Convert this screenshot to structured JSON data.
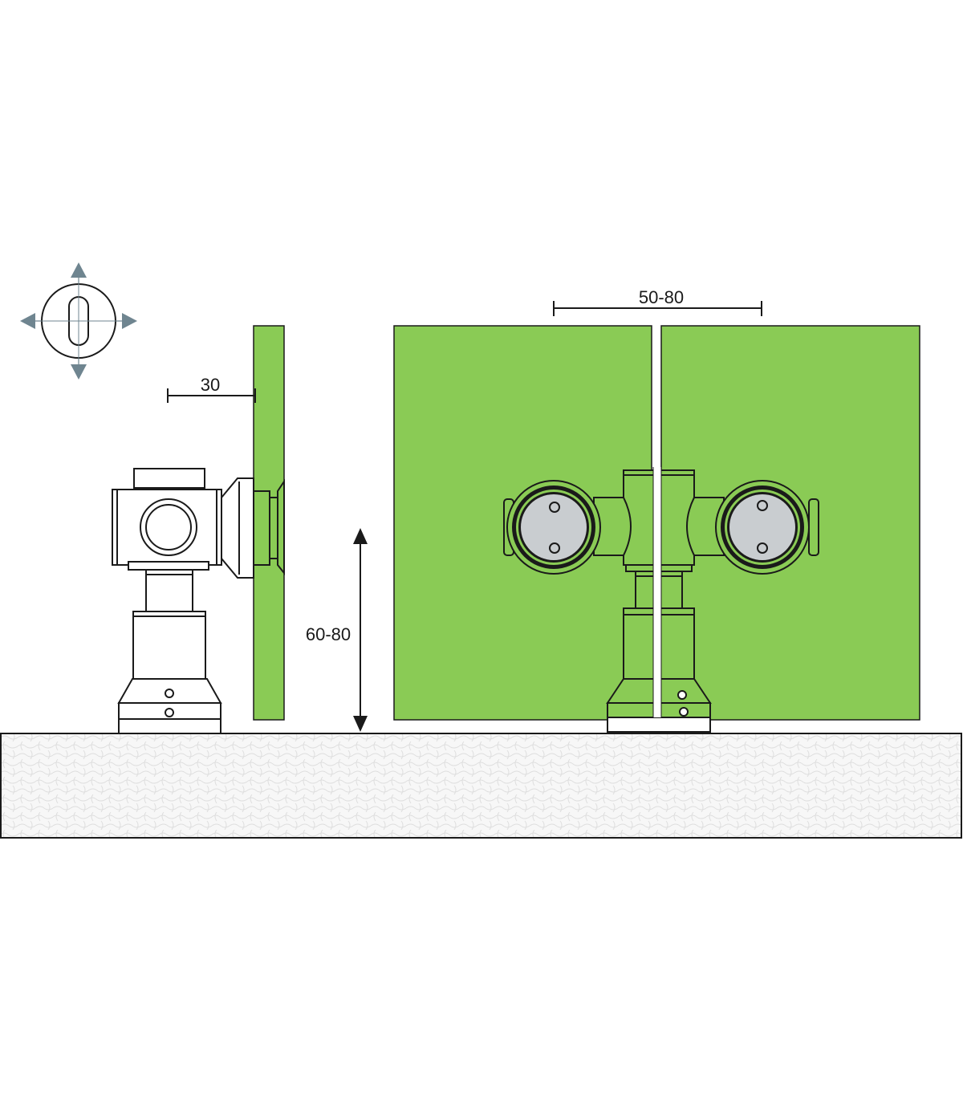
{
  "dimensions": {
    "offset": "30",
    "gap": "50-80",
    "height": "60-80"
  },
  "colors": {
    "glass": "#8acb55",
    "ground_fill": "#f7f7f7",
    "ground_pattern": "#e2e2e2",
    "line": "#1a1a1a",
    "arrow": "#6f8590",
    "disc": "#c9cdd0"
  },
  "icons": {
    "adjustment": "adjustable-slot-icon"
  }
}
